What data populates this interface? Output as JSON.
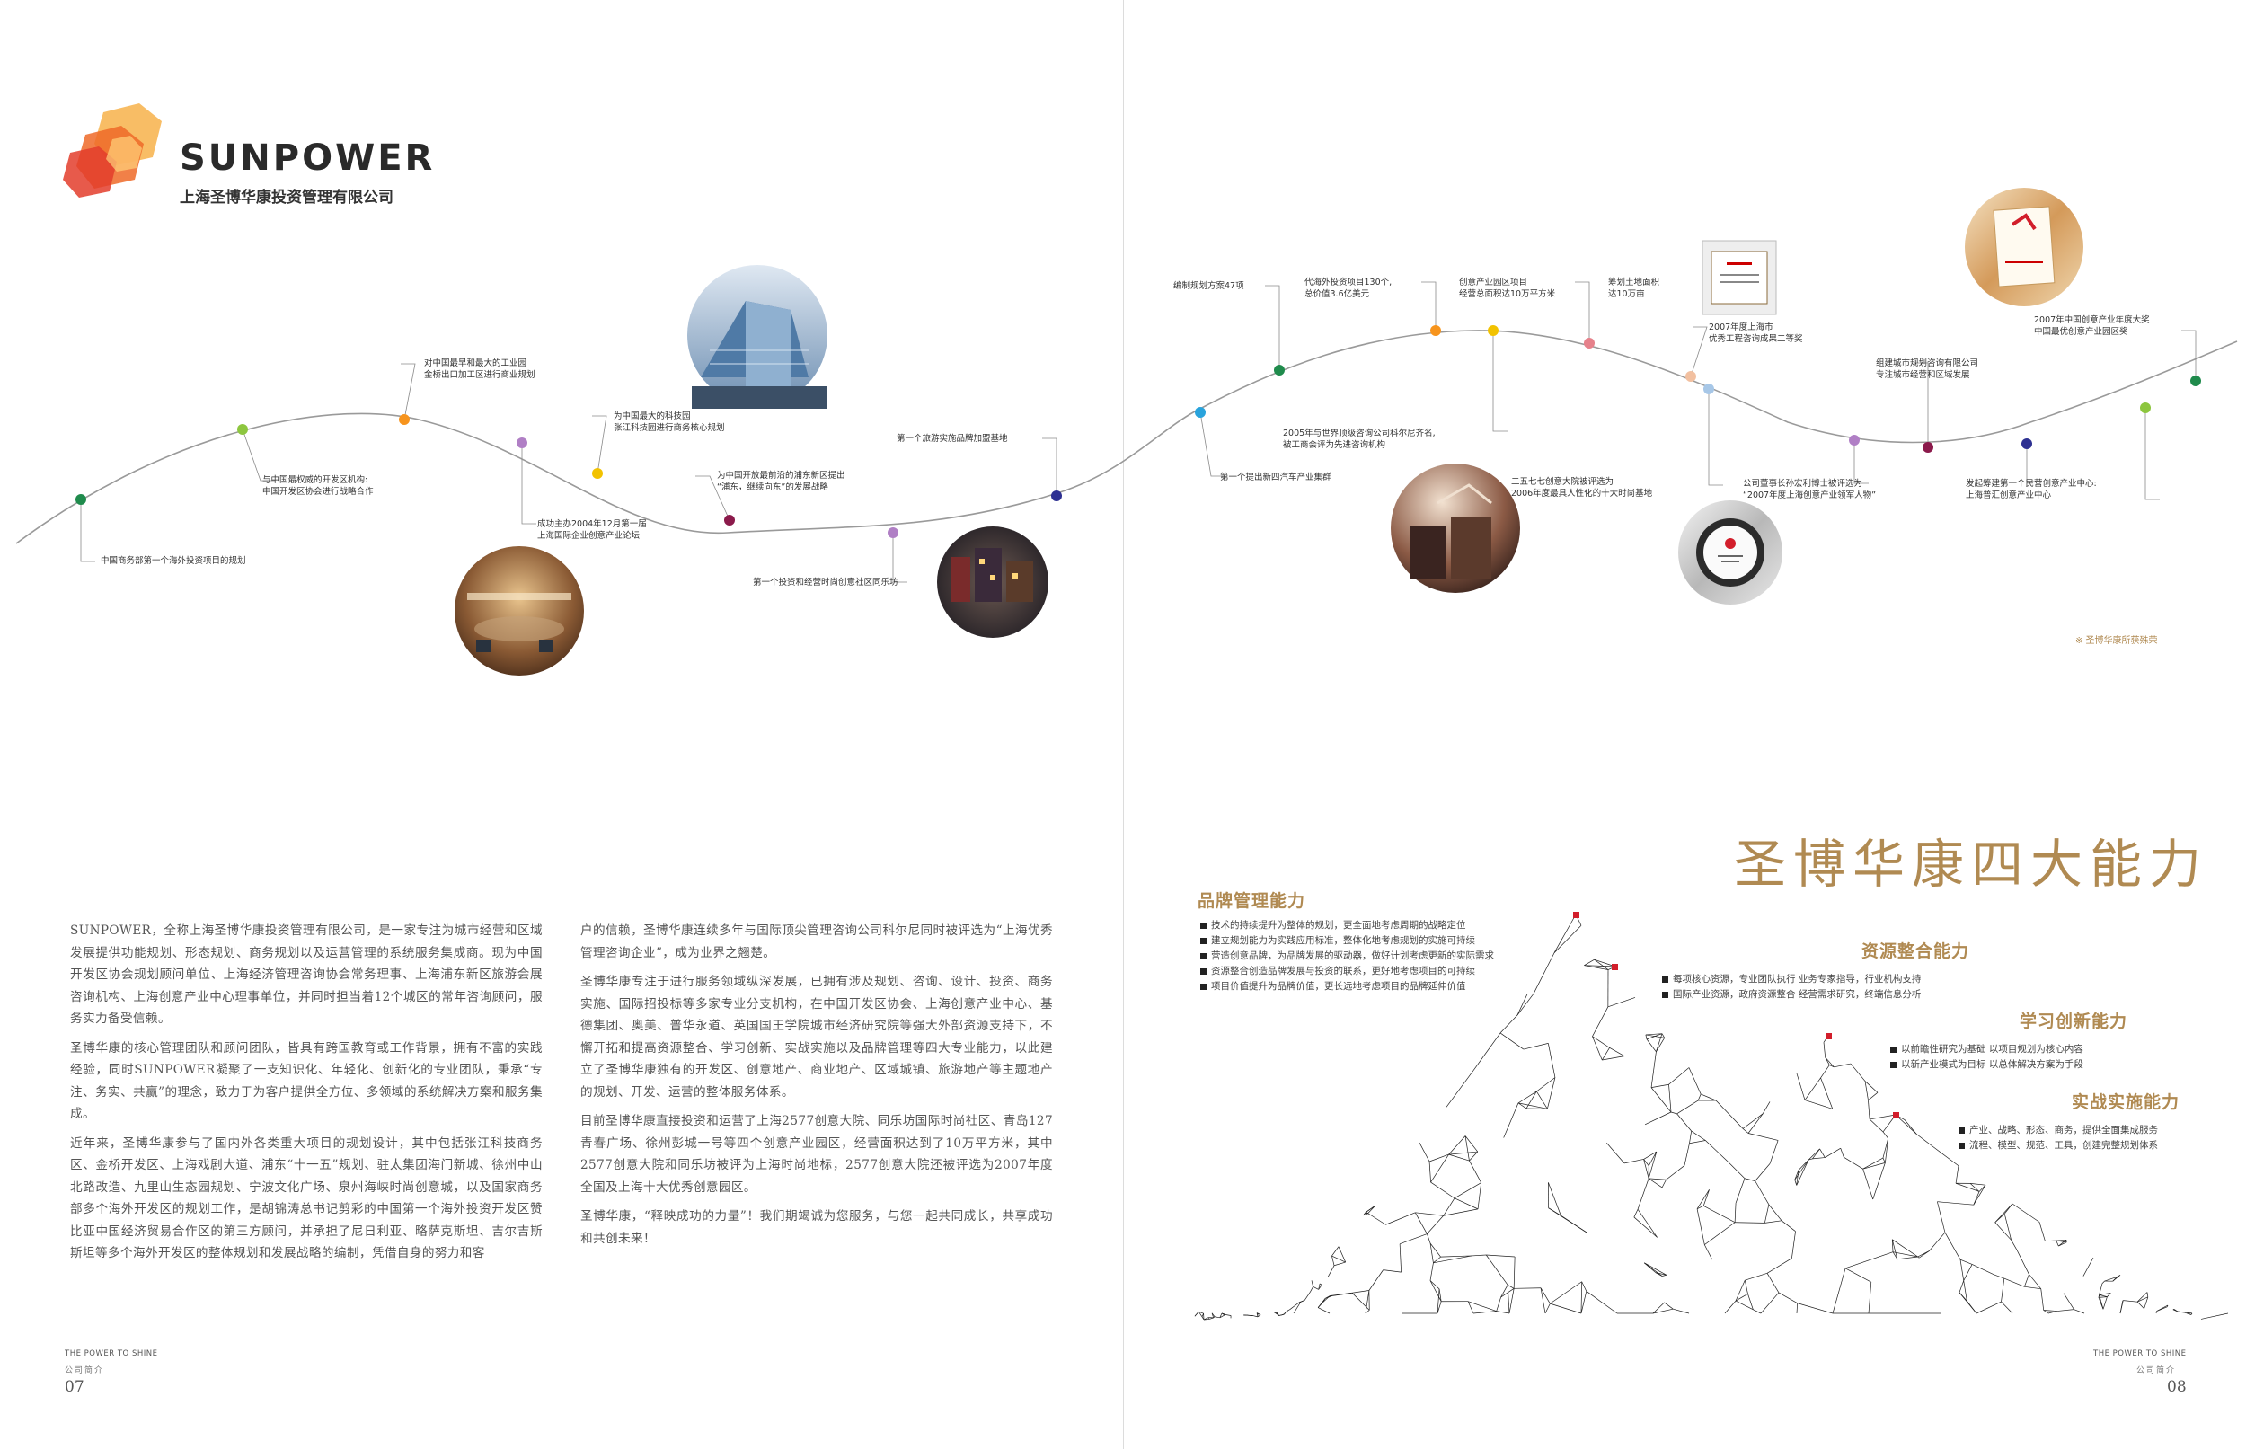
{
  "logo": {
    "wordmark": "SUNPOWER",
    "company_cn": "上海圣博华康投资管理有限公司"
  },
  "timeline": {
    "annotations": [
      "中国商务部第一个海外投资项目的规划",
      "与中国最权威的开发区机构:\n中国开发区协会进行战略合作",
      "对中国最早和最大的工业园\n金桥出口加工区进行商业规划",
      "成功主办2004年12月第一届\n上海国际企业创意产业论坛",
      "为中国最大的科技园\n张江科技园进行商务核心规划",
      "为中国开放最前沿的浦东新区提出\n“浦东，继续向东”的发展战略",
      "第一个投资和经营时尚创意社区同乐坊",
      "第一个旅游实施品牌加盟基地",
      "第一个提出新四汽车产业集群",
      "编制规划方案47项",
      "代海外投资项目130个,\n总价值3.6亿美元",
      "2005年与世界顶级咨询公司科尔尼齐名,\n被工商会评为先进咨询机构",
      "创意产业园区项目\n经营总面积达10万平方米",
      "筹划土地面积\n达10万亩",
      "二五七七创意大院被评选为\n2006年度最具人性化的十大时尚基地",
      "2007年度上海市\n优秀工程咨询成果二等奖",
      "公司董事长孙宏利博士被评选为\n“2007年度上海创意产业领军人物”",
      "组建城市规划咨询有限公司\n专注城市经营和区域发展",
      "发起筹建第一个民营创意产业中心:\n上海普汇创意产业中心",
      "2007年中国创意产业年度大奖\n中国最优创意产业园区奖"
    ],
    "photo_labels": [
      "conference-hall",
      "glass-building",
      "night-street",
      "fashion-street",
      "award-plaque",
      "award-trophy",
      "award-medal"
    ],
    "caption": "※ 圣博华康所获殊荣",
    "dot_colors": [
      "#1f8b4c",
      "#8dc63f",
      "#f7941d",
      "#b07fc5",
      "#f2c200",
      "#8b1a4b",
      "#b07fc5",
      "#2e3192",
      "#29a3dc",
      "#1f8b4c",
      "#f7941d",
      "#f2c200",
      "#e6818b",
      "#f2c0a0",
      "#a7c7e7",
      "#b07fc5",
      "#8b1a4b",
      "#2e3192",
      "#8dc63f",
      "#1f8b4c"
    ]
  },
  "left_body": {
    "col1": [
      "SUNPOWER，全称上海圣博华康投资管理有限公司，是一家专注为城市经营和区域发展提供功能规划、形态规划、商务规划以及运营管理的系统服务集成商。现为中国开发区协会规划顾问单位、上海经济管理咨询协会常务理事、上海浦东新区旅游会展咨询机构、上海创意产业中心理事单位，并同时担当着12个城区的常年咨询顾问，服务实力备受信赖。",
      "圣博华康的核心管理团队和顾问团队，皆具有跨国教育或工作背景，拥有不富的实践经验，同时SUNPOWER凝聚了一支知识化、年轻化、创新化的专业团队，秉承“专注、务实、共赢”的理念，致力于为客户提供全方位、多领域的系统解决方案和服务集成。",
      "近年来，圣博华康参与了国内外各类重大项目的规划设计，其中包括张江科技商务区、金桥开发区、上海戏剧大道、浦东“十一五”规划、驻太集团海门新城、徐州中山北路改造、九里山生态园规划、宁波文化广场、泉州海峡时尚创意城，以及国家商务部多个海外开发区的规划工作，是胡锦涛总书记剪彩的中国第一个海外投资开发区赞比亚中国经济贸易合作区的第三方顾问，并承担了尼日利亚、略萨克斯坦、吉尔吉斯斯坦等多个海外开发区的整体规划和发展战略的编制，凭借自身的努力和客"
    ],
    "col2": [
      "户的信赖，圣博华康连续多年与国际顶尖管理咨询公司科尔尼同时被评选为“上海优秀管理咨询企业”，成为业界之翘楚。",
      "圣博华康专注于进行服务领域纵深发展，已拥有涉及规划、咨询、设计、投资、商务实施、国际招投标等多家专业分支机构，在中国开发区协会、上海创意产业中心、基德集团、奥美、普华永道、英国国王学院城市经济研究院等强大外部资源支持下，不懈开拓和提高资源整合、学习创新、实战实施以及品牌管理等四大专业能力，以此建立了圣博华康独有的开发区、创意地产、商业地产、区域城镇、旅游地产等主题地产的规划、开发、运营的整体服务体系。",
      "目前圣博华康直接投资和运营了上海2577创意大院、同乐坊国际时尚社区、青岛127青春广场、徐州彭城一号等四个创意产业园区，经营面积达到了10万平方米，其中2577创意大院和同乐坊被评为上海时尚地标，2577创意大院还被评选为2007年度全国及上海十大优秀创意园区。",
      "圣博华康，“释映成功的力量”！我们期竭诚为您服务，与您一起共同成长，共享成功和共创未来！"
    ]
  },
  "footer_left": {
    "en": "THE POWER TO SHINE",
    "cn": "公司简介",
    "page": "07"
  },
  "footer_right": {
    "en": "THE POWER TO SHINE",
    "cn": "公司简介",
    "page": "08"
  },
  "capabilities": {
    "title": "圣博华康四大能力",
    "items": [
      {
        "name": "品牌管理能力",
        "lines": [
          "技术的持续提升为整体的规划，更全面地考虑周期的战略定位",
          "建立规划能力为实践应用标准，整体化地考虑规划的实施可持续",
          "营造创意品牌，为品牌发展的驱动器，做好计划考虑更新的实际需求",
          "资源整合创造品牌发展与投资的联系，更好地考虑项目的可持续",
          "项目价值提升为品牌价值，更长远地考虑项目的品牌延伸价值"
        ]
      },
      {
        "name": "资源整合能力",
        "lines": [
          "每项核心资源，专业团队执行    业务专家指导，行业机构支持",
          "国际产业资源，政府资源整合    经营需求研究，终端信息分析"
        ]
      },
      {
        "name": "学习创新能力",
        "lines": [
          "以前瞻性研究为基础    以项目规划为核心内容",
          "以新产业模式为目标    以总体解决方案为手段"
        ]
      },
      {
        "name": "实战实施能力",
        "lines": [
          "产业、战略、形态、商务，提供全面集成服务",
          "流程、模型、规范、工具，创建完整规划体系"
        ]
      }
    ]
  }
}
